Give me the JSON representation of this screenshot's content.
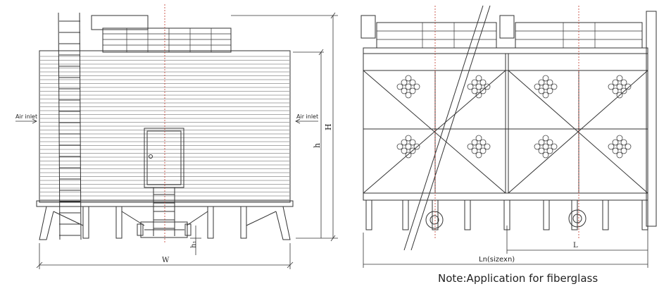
{
  "front_view": {
    "air_inlet_left": "Air inlet",
    "air_inlet_right": "Air inlet",
    "dim_H": "H",
    "dim_h": "h",
    "dim_h1": "h₁",
    "dim_W": "W"
  },
  "side_view": {
    "dim_L": "L",
    "dim_Ln": "Ln(sizexn)"
  },
  "note": "Note:Application for fiberglass"
}
